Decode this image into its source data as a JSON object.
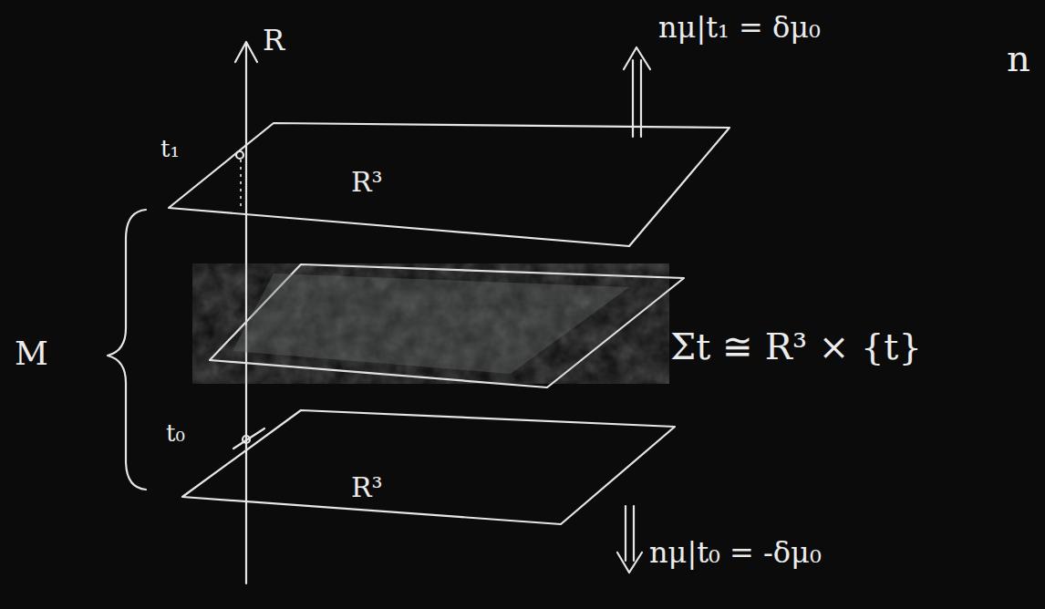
{
  "diagram": {
    "labels": [
      "R",
      "t₁",
      "R³",
      "nμ|t₁ = δμ₀",
      "n",
      "M",
      "Σt ≅ R³ × {t}",
      "t₀",
      "R³",
      "nμ|t₀ = -δμ₀"
    ]
  }
}
